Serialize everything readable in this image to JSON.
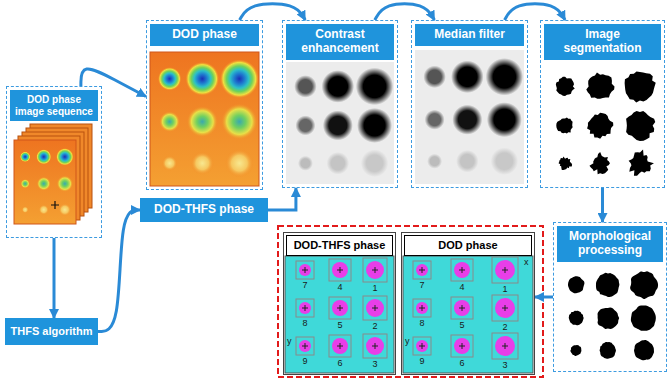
{
  "diagram": {
    "nodes": [
      {
        "text": [
          "DOD phase image sequence"
        ]
      },
      {
        "text": [
          "DOD phase"
        ]
      },
      {
        "text": [
          "Contrast enhancement"
        ]
      },
      {
        "text": [
          "Median filter"
        ]
      },
      {
        "text": [
          "Image segmentation"
        ]
      },
      {
        "text": [
          "DOD-THFS phase"
        ]
      },
      {
        "text": [
          "THFS algorithm"
        ]
      },
      {
        "text": [
          "Morphological processing"
        ]
      },
      {
        "text": [
          "DOD-THFS phase"
        ]
      },
      {
        "text": [
          "DOD phase"
        ]
      }
    ],
    "edges": [
      {
        "from": 0,
        "to": 6,
        "arrow": "to"
      },
      {
        "from": 6,
        "to": 5,
        "arrow": "to"
      },
      {
        "from": 0,
        "to": 1,
        "arrow": "to"
      },
      {
        "from": 1,
        "to": 2,
        "arrow": "to"
      },
      {
        "from": 2,
        "to": 3,
        "arrow": "to"
      },
      {
        "from": 3,
        "to": 4,
        "arrow": "to"
      },
      {
        "from": 5,
        "to": 2,
        "arrow": "to"
      },
      {
        "from": 4,
        "to": 7,
        "arrow": "to"
      },
      {
        "from": 7,
        "to": 9,
        "arrow": "to"
      }
    ],
    "labels": [
      "7",
      "4",
      "1",
      "8",
      "5",
      "2",
      "9",
      "6",
      "3",
      "y",
      "x",
      "7",
      "4",
      "1",
      "8",
      "5",
      "2",
      "9",
      "6",
      "3",
      "y"
    ]
  }
}
